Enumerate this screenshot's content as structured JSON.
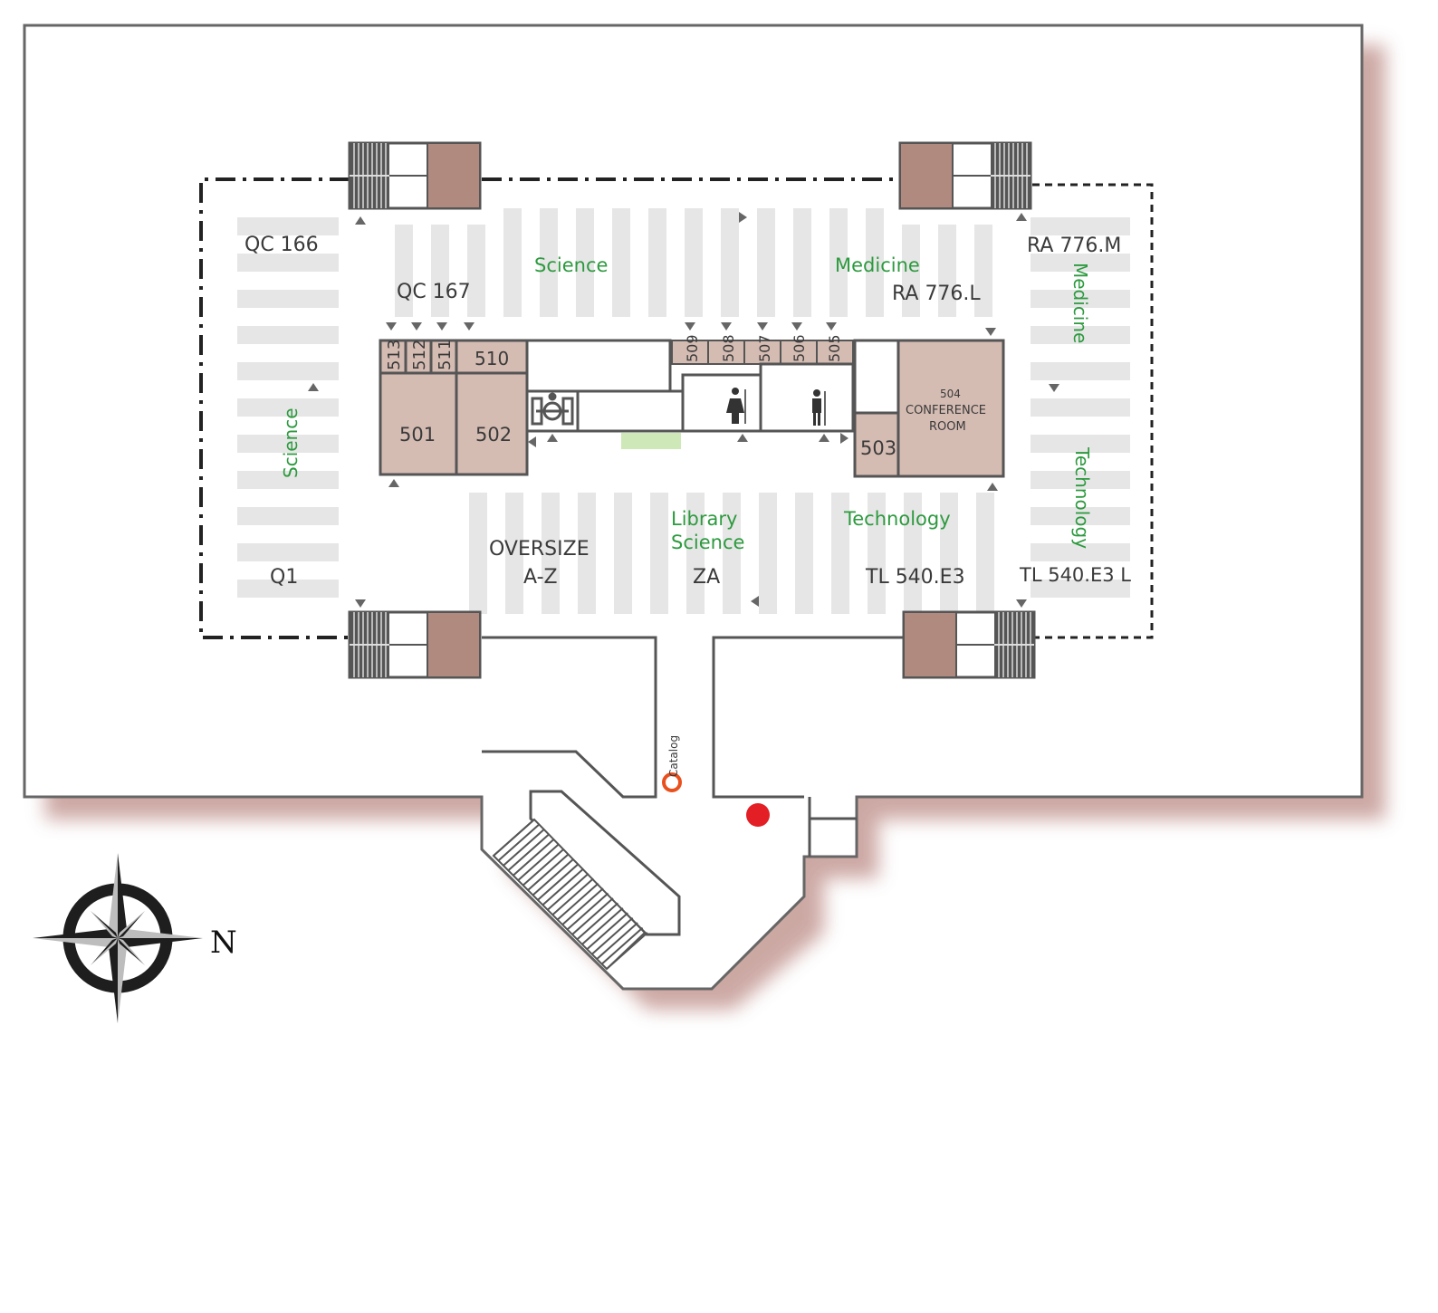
{
  "colors": {
    "wall": "#555555",
    "room_fill": "#d5bcb3",
    "elevator_fill": "#b08a7f",
    "shelf": "#e6e6e6",
    "subject_text": "#2d9a3f",
    "call_text": "#3a3a3a",
    "you_are_here": "#e31e24",
    "catalog_accent": "#e8501e",
    "highlight": "#cfe8b8",
    "shadow": "#c49a94"
  },
  "subjects": {
    "science_top": "Science",
    "medicine_top": "Medicine",
    "medicine_right": "Medicine",
    "science_left": "Science",
    "technology_right": "Technology",
    "library_science_line1": "Library",
    "library_science_line2": "Science",
    "technology_bottom": "Technology"
  },
  "call_numbers": {
    "qc166": "QC 166",
    "qc167": "QC 167",
    "ra776m": "RA 776.M",
    "ra776l": "RA 776.L",
    "q1": "Q1",
    "oversize_line1": "OVERSIZE",
    "oversize_line2": "A-Z",
    "za": "ZA",
    "tl540e3": "TL 540.E3",
    "tl540e3l": "TL 540.E3 L"
  },
  "rooms": {
    "r501": "501",
    "r502": "502",
    "r503": "503",
    "r504_number": "504",
    "r504_line1": "CONFERENCE",
    "r504_line2": "ROOM",
    "r505": "505",
    "r506": "506",
    "r507": "507",
    "r508": "508",
    "r509": "509",
    "r510": "510",
    "r511": "511",
    "r512": "512",
    "r513": "513"
  },
  "catalog_label": "Catalog",
  "compass_label": "N",
  "icons": [
    "womens-restroom-icon",
    "mens-restroom-icon",
    "accessible-restroom-icon",
    "catalog-icon",
    "compass-rose-icon",
    "you-are-here-marker"
  ]
}
